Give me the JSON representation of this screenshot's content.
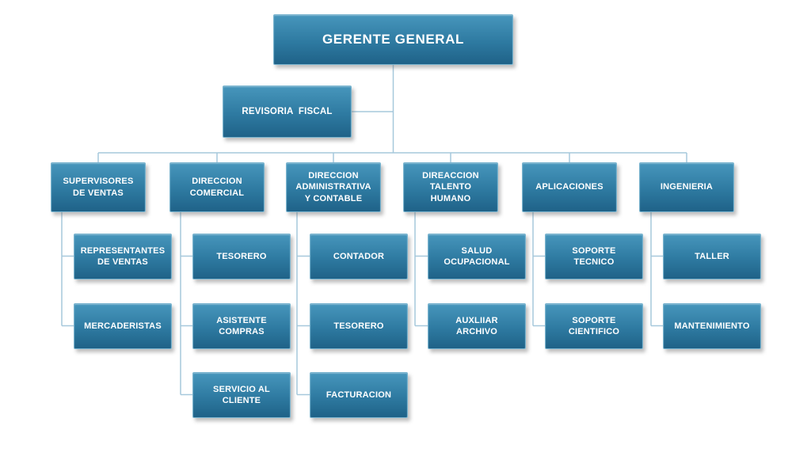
{
  "nodes": {
    "root": "GERENTE GENERAL",
    "staff": "REVISORIA  FISCAL",
    "b1": "SUPERVISORES DE VENTAS",
    "b1c1": "REPRESENTANTES DE VENTAS",
    "b1c2": "MERCADERISTAS",
    "b2": "DIRECCION COMERCIAL",
    "b2c1": "TESORERO",
    "b2c2": "ASISTENTE COMPRAS",
    "b2c3": "SERVICIO AL CLIENTE",
    "b3": "DIRECCION ADMINISTRATIVA Y CONTABLE",
    "b3c1": "CONTADOR",
    "b3c2": "TESORERO",
    "b3c3": "FACTURACION",
    "b4": "DIREACCION TALENTO HUMANO",
    "b4c1": "SALUD OCUPACIONAL",
    "b4c2": "AUXLIIAR ARCHIVO",
    "b5": "APLICACIONES",
    "b5c1": "SOPORTE TECNICO",
    "b5c2": "SOPORTE CIENTIFICO",
    "b6": "INGENIERIA",
    "b6c1": "TALLER",
    "b6c2": "MANTENIMIENTO"
  },
  "colors": {
    "background": "#ffffff",
    "box-top": "#4796bc",
    "box-mid": "#2e7aa1",
    "box-bottom": "#1f6288",
    "box-border": "#79b4cf",
    "connector": "#a6c8dc",
    "text": "#ffffff"
  }
}
